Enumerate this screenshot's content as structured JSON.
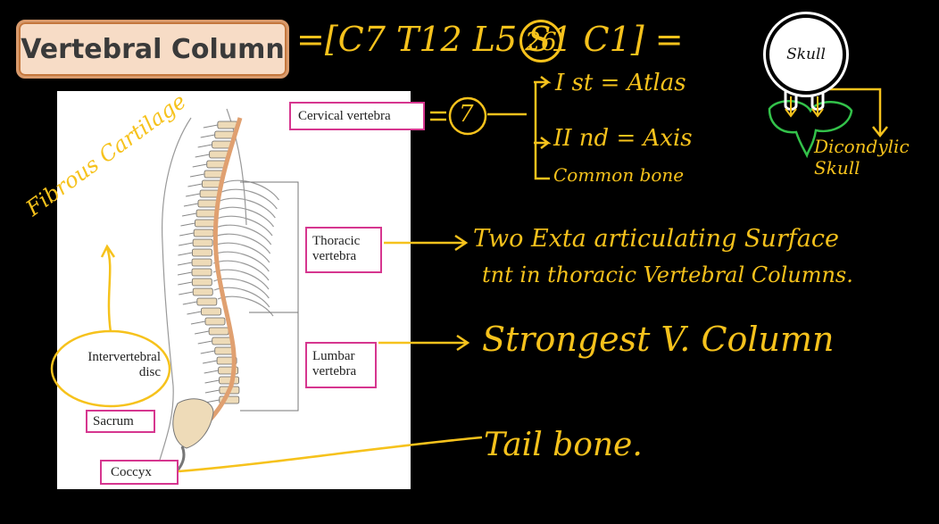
{
  "title": "Vertebral Column",
  "formula": {
    "text": "=[C7 T12 L5 S1 C1] =",
    "total": "26"
  },
  "labels": {
    "cervical": "Cervical vertebra",
    "thoracic_l1": "Thoracic",
    "thoracic_l2": "vertebra",
    "lumbar_l1": "Lumbar",
    "lumbar_l2": "vertebra",
    "intervertebral_l1": "Intervertebral",
    "intervertebral_l2": "disc",
    "sacrum": "Sacrum",
    "coccyx": "Coccyx"
  },
  "notes": {
    "cervical_count": "7",
    "first": "I st = Atlas",
    "second": "II nd = Axis",
    "common": "Common bone",
    "skull": "Skull",
    "dicondylic": "Dicondylic Skull",
    "fibrous": "Fibrous Cartilage",
    "thoracic_note_1": "Two Exta articulating Surface",
    "thoracic_note_2": "tnt in thoracic Vertebral Columns.",
    "lumbar_note": "Strongest V. Column",
    "tail_note": "Tail bone."
  },
  "colors": {
    "ink": "#f6c21c",
    "label_border": "#d6368f",
    "bone": "#eedbb8",
    "disc": "#e0a070",
    "condyle": "#33c24a"
  }
}
